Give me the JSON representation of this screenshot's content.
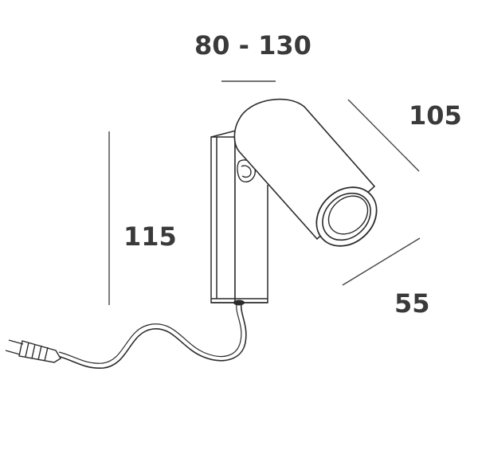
{
  "dimensions": {
    "width": "80 - 130",
    "length": "105",
    "height": "115",
    "diameter": "55"
  },
  "colors": {
    "line": "#2b2b2b",
    "dimension_line": "#555555",
    "text": "#3a3a3a",
    "background": "#ffffff"
  }
}
